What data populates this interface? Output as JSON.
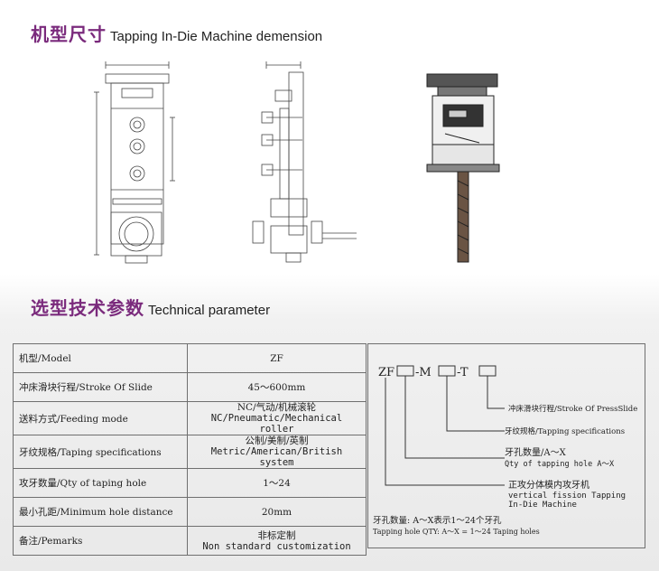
{
  "section1": {
    "title_cn": "机型尺寸",
    "title_en": "Tapping In-Die Machine demension"
  },
  "section2": {
    "title_cn": "选型技术参数",
    "title_en": "Technical parameter"
  },
  "spec_rows": [
    {
      "label": "机型/Model",
      "value": "ZF",
      "value2": ""
    },
    {
      "label": "冲床滑块行程/Stroke Of Slide",
      "value": "45～600mm",
      "value2": ""
    },
    {
      "label": "送料方式/Feeding mode",
      "value": "NC/气动/机械滚轮",
      "value2": "NC/Pneumatic/Mechanical roller"
    },
    {
      "label": "牙纹规格/Taping specifications",
      "value": "公制/美制/英制",
      "value2": "Metric/American/British system"
    },
    {
      "label": "攻牙数量/Qty of taping hole",
      "value": "1～24",
      "value2": ""
    },
    {
      "label": "最小孔距/Minimum hole distance",
      "value": "20mm",
      "value2": ""
    },
    {
      "label": "备注/Pemarks",
      "value": "非标定制",
      "value2": "Non standard customization"
    }
  ],
  "code": {
    "prefix": "ZF",
    "mid": "-M",
    "suffix": "-T",
    "notes": [
      {
        "cn": "冲床滑块行程/Stroke Of PressSlide",
        "en": ""
      },
      {
        "cn": "牙纹规格/Tapping specifications",
        "en": ""
      },
      {
        "cn": "牙孔数量/A～X",
        "en": "Qty of tapping hole A～X"
      },
      {
        "cn": "正攻分体模内攻牙机",
        "en": "vertical fission Tapping",
        "en2": "In-Die Machine"
      }
    ],
    "footnote_cn": "牙孔数量: A～X表示1～24个牙孔",
    "footnote_en": "Tapping hole QTY: A～X = 1～24 Taping holes"
  }
}
